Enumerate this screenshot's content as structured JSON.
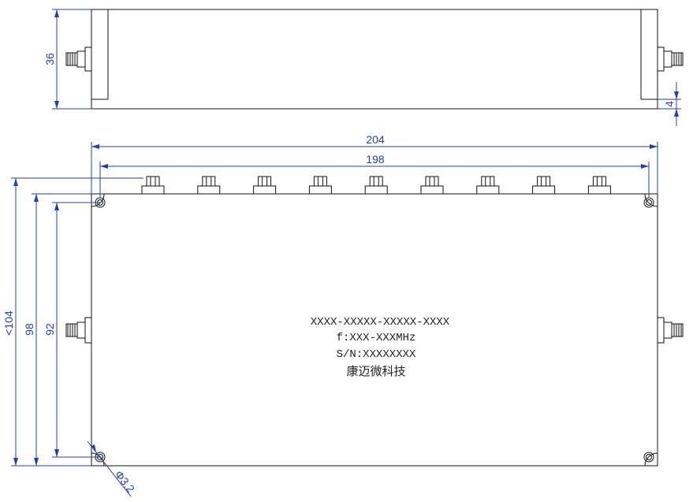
{
  "drawing": {
    "top_view": {
      "height_dim": "36",
      "offset_dim": "4"
    },
    "front_view": {
      "length_outer_dim": "204",
      "length_hole_dim": "198",
      "height_outer_dim": "<104",
      "height_mid_dim": "98",
      "height_hole_dim": "92",
      "hole_dim": "Φ3.2",
      "connector_count": 9
    },
    "label": {
      "model": "XXXX-XXXXX-XXXXX-XXXX",
      "frequency": "f:XXX-XXXMHz",
      "serial": "S/N:XXXXXXXX",
      "maker": "康迈微科技"
    },
    "colors": {
      "dimension": "#1f3fbf",
      "outline": "#111111",
      "text": "#222222"
    }
  }
}
